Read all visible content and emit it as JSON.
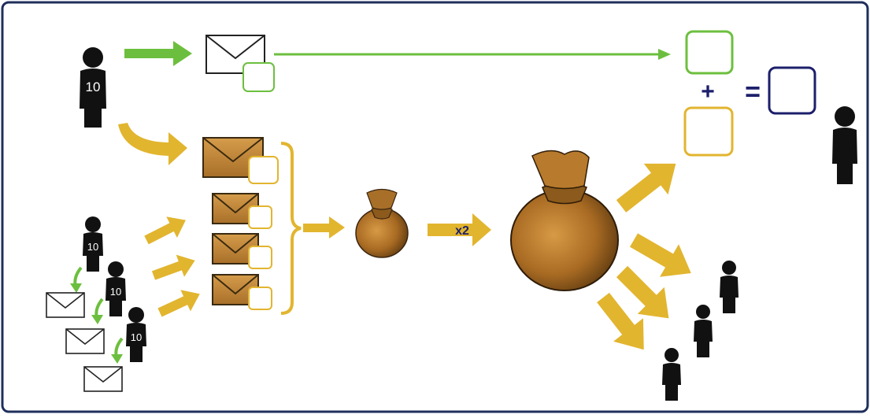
{
  "colors": {
    "frame": "#1f2f5c",
    "green": "#6cbf3e",
    "gold": "#e2b52f",
    "navy": "#1c1f6b",
    "person": "#111111",
    "envelope_fill": "#c08a3e",
    "bag_fill": "#b67a2c",
    "bag_dark": "#6b4315"
  },
  "people": {
    "top_left_label": "10",
    "bottom_left_labels": [
      "10",
      "10",
      "10"
    ]
  },
  "multiplier_label": "x2",
  "operators": {
    "plus": "+",
    "equals": "="
  },
  "icons": [
    "person-icon",
    "envelope-icon",
    "money-bag-icon",
    "arrow-icon",
    "box-icon",
    "brace-icon"
  ]
}
